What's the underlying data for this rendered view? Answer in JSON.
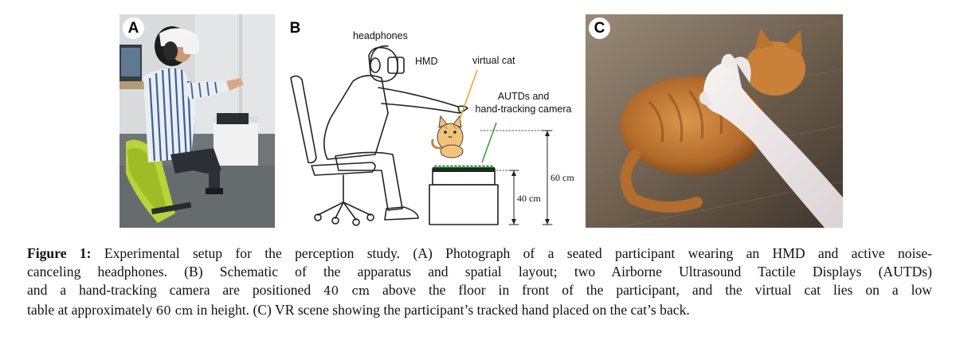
{
  "panels": {
    "a": {
      "letter": "A"
    },
    "b": {
      "letter": "B",
      "labels": {
        "headphones": "headphones",
        "hmd": "HMD",
        "virtual_cat": "virtual cat",
        "autds_line1": "AUTDs and",
        "autds_line2": "hand-tracking camera",
        "height_60": "60 cm",
        "height_40": "40 cm"
      }
    },
    "c": {
      "letter": "C"
    }
  },
  "caption": {
    "label": "Figure 1:",
    "line1": "Experimental setup for the perception study. (A) Photograph of a seated participant wearing an HMD and active noise-",
    "line2": "canceling headphones. (B) Schematic of the apparatus and spatial layout; two Airborne Ultrasound Tactile Displays (AUTDs)",
    "line3_a": "and a hand-tracking camera are positioned",
    "line3_num": "40 cm",
    "line3_b": "above the floor in front of the participant, and the virtual cat lies on a low",
    "line4_a": "table at approximately",
    "line4_num": "60 cm",
    "line4_b": "in height. (C) VR scene showing the participant’s tracked hand placed on the cat’s back."
  },
  "colors": {
    "cat_orange": "#c9823c",
    "chair_green": "#b8d43a",
    "line_orange": "#f0a020",
    "line_green": "#2e9e3e"
  }
}
